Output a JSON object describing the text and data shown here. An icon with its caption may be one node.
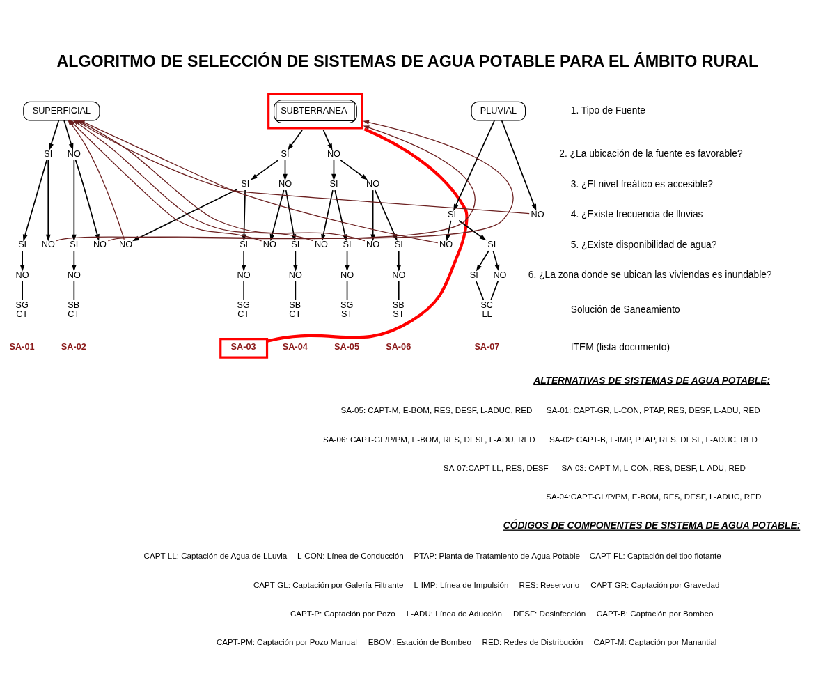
{
  "diagram": {
    "title": "ALGORITMO DE SELECCIÓN DE SISTEMAS DE AGUA POTABLE PARA EL ÁMBITO RURAL",
    "nodes": [
      {
        "text": [
          "SUPERFICIAL"
        ]
      },
      {
        "text": [
          "SUBTERRANEA"
        ]
      },
      {
        "text": [
          "PLUVIAL"
        ]
      },
      {
        "text": [
          "SI"
        ]
      },
      {
        "text": [
          "NO"
        ]
      },
      {
        "text": [
          "SI"
        ]
      },
      {
        "text": [
          "NO"
        ]
      },
      {
        "text": [
          "SI"
        ]
      },
      {
        "text": [
          "NO"
        ]
      },
      {
        "text": [
          "SI"
        ]
      },
      {
        "text": [
          "NO"
        ]
      },
      {
        "text": [
          "SI"
        ]
      },
      {
        "text": [
          "NO"
        ]
      },
      {
        "text": [
          "SI"
        ]
      },
      {
        "text": [
          "NO"
        ]
      },
      {
        "text": [
          "SI"
        ]
      },
      {
        "text": [
          "NO"
        ]
      },
      {
        "text": [
          "SI"
        ]
      },
      {
        "text": [
          "NO"
        ]
      },
      {
        "text": [
          "SI"
        ]
      },
      {
        "text": [
          "NO"
        ]
      },
      {
        "text": [
          "SI"
        ]
      },
      {
        "text": [
          "NO"
        ]
      },
      {
        "text": [
          "SI"
        ]
      },
      {
        "text": [
          "NO"
        ]
      },
      {
        "text": [
          "SI"
        ]
      },
      {
        "text": [
          "NO"
        ]
      },
      {
        "text": [
          "NO"
        ]
      },
      {
        "text": [
          "NO"
        ]
      },
      {
        "text": [
          "NO"
        ]
      },
      {
        "text": [
          "NO"
        ]
      },
      {
        "text": [
          "NO"
        ]
      },
      {
        "text": [
          "NO"
        ]
      },
      {
        "text": [
          "SI"
        ]
      },
      {
        "text": [
          "NO"
        ]
      },
      {
        "text": [
          "SG CT"
        ]
      },
      {
        "text": [
          "SB CT"
        ]
      },
      {
        "text": [
          "SG CT"
        ]
      },
      {
        "text": [
          "SB CT"
        ]
      },
      {
        "text": [
          "SG ST"
        ]
      },
      {
        "text": [
          "SB ST"
        ]
      },
      {
        "text": [
          "SC LL"
        ]
      },
      {
        "text": [
          "SA-03"
        ]
      }
    ],
    "edges": [
      {
        "from": 0,
        "to": 3,
        "arrow": "to"
      },
      {
        "from": 0,
        "to": 4,
        "arrow": "to"
      },
      {
        "from": 1,
        "to": 5,
        "arrow": "to"
      },
      {
        "from": 1,
        "to": 6,
        "arrow": "to"
      },
      {
        "from": 5,
        "to": 7,
        "arrow": "to"
      },
      {
        "from": 5,
        "to": 8,
        "arrow": "to"
      },
      {
        "from": 6,
        "to": 9,
        "arrow": "to"
      },
      {
        "from": 6,
        "to": 10,
        "arrow": "to"
      },
      {
        "from": 2,
        "to": 11,
        "arrow": "to"
      },
      {
        "from": 2,
        "to": 12,
        "arrow": "to"
      },
      {
        "from": 3,
        "to": 13,
        "arrow": "to"
      },
      {
        "from": 3,
        "to": 14,
        "arrow": "to"
      },
      {
        "from": 4,
        "to": 15,
        "arrow": "to"
      },
      {
        "from": 4,
        "to": 16,
        "arrow": "to"
      },
      {
        "from": 7,
        "to": 17,
        "arrow": "to"
      },
      {
        "from": 7,
        "to": 18,
        "arrow": "to"
      },
      {
        "from": 8,
        "to": 19,
        "arrow": "to"
      },
      {
        "from": 8,
        "to": 20,
        "arrow": "to"
      },
      {
        "from": 9,
        "to": 21,
        "arrow": "to"
      },
      {
        "from": 9,
        "to": 22,
        "arrow": "to"
      },
      {
        "from": 10,
        "to": 23,
        "arrow": "to"
      },
      {
        "from": 10,
        "to": 24,
        "arrow": "to"
      },
      {
        "from": 11,
        "to": 25,
        "arrow": "to"
      },
      {
        "from": 11,
        "to": 26,
        "arrow": "to"
      },
      {
        "from": 13,
        "to": 27,
        "arrow": "to"
      },
      {
        "from": 15,
        "to": 28,
        "arrow": "to"
      },
      {
        "from": 17,
        "to": 29,
        "arrow": "to"
      },
      {
        "from": 19,
        "to": 30,
        "arrow": "to"
      },
      {
        "from": 21,
        "to": 31,
        "arrow": "to"
      },
      {
        "from": 23,
        "to": 32,
        "arrow": "to"
      },
      {
        "from": 25,
        "to": 33,
        "arrow": "to"
      },
      {
        "from": 25,
        "to": 34,
        "arrow": "to"
      },
      {
        "from": 27,
        "to": 35,
        "arrow": "none"
      },
      {
        "from": 28,
        "to": 36,
        "arrow": "none"
      },
      {
        "from": 29,
        "to": 37,
        "arrow": "none"
      },
      {
        "from": 30,
        "to": 38,
        "arrow": "none"
      },
      {
        "from": 31,
        "to": 39,
        "arrow": "none"
      },
      {
        "from": 32,
        "to": 40,
        "arrow": "none"
      },
      {
        "from": 33,
        "to": 41,
        "arrow": "none"
      },
      {
        "from": 34,
        "to": 41,
        "arrow": "none"
      },
      {
        "from": 14,
        "to": 1,
        "arrow": "to",
        "color": "#6b1f1f"
      },
      {
        "from": 16,
        "to": 1,
        "arrow": "to",
        "color": "#6b1f1f"
      },
      {
        "from": 12,
        "to": 0,
        "arrow": "to",
        "color": "#6b1f1f"
      },
      {
        "from": 26,
        "to": 0,
        "arrow": "to",
        "color": "#6b1f1f"
      },
      {
        "from": 24,
        "to": 0,
        "arrow": "to",
        "color": "#6b1f1f"
      },
      {
        "from": 22,
        "to": 0,
        "arrow": "to",
        "color": "#6b1f1f"
      },
      {
        "from": 20,
        "to": 0,
        "arrow": "to",
        "color": "#6b1f1f"
      },
      {
        "from": 18,
        "to": 0,
        "arrow": "to",
        "color": "#6b1f1f"
      },
      {
        "from": 1,
        "to": 42,
        "arrow": "none",
        "style": "thick",
        "color": "#ff0000"
      }
    ],
    "labels": [
      "1. Tipo de Fuente",
      "2. ¿La ubicación de la fuente es favorable?",
      "3. ¿El nivel freático es accesible?",
      "4. ¿Existe frecuencia de lluvias",
      "5. ¿Existe disponibilidad de agua?",
      "6. ¿La zona donde se ubican las viviendas es inundable?",
      "Solución de Saneamiento",
      "ITEM (lista documento)",
      "SA-01",
      "SA-02",
      "SA-04",
      "SA-05",
      "SA-06",
      "SA-07",
      "ALTERNATIVAS DE SISTEMAS DE AGUA POTABLE:",
      "SA-01: CAPT-GR, L-CON, PTAP, RES, DESF, L-ADU, RED",
      "SA-05: CAPT-M, E-BOM, RES, DESF, L-ADUC, RED",
      "SA-02: CAPT-B, L-IMP, PTAP, RES, DESF, L-ADUC, RED",
      "SA-06: CAPT-GF/P/PM, E-BOM, RES, DESF, L-ADU, RED",
      "SA-03: CAPT-M, L-CON, RES, DESF, L-ADU, RED",
      "SA-07:CAPT-LL, RES, DESF",
      "SA-04:CAPT-GL/P/PM, E-BOM, RES, DESF, L-ADUC, RED",
      "CÓDIGOS DE COMPONENTES DE SISTEMA DE AGUA POTABLE:",
      "CAPT-FL: Captación del tipo flotante",
      "CAPT-LL: Captación de Agua de LLuvia",
      "L-CON: Línea de Conducción",
      "PTAP: Planta de Tratamiento de Agua Potable",
      "CAPT-GR: Captación por Gravedad",
      "CAPT-GL: Captación por Galería Filtrante",
      "L-IMP: Línea de Impulsión",
      "RES: Reservorio",
      "CAPT-B: Captación por Bombeo",
      "CAPT-P: Captación por Pozo",
      "L-ADU: Línea de Aducción",
      "DESF: Desinfección",
      "CAPT-M: Captación por Manantial",
      "CAPT-PM: Captación por Pozo Manual",
      "EBOM: Estación de Bombeo",
      "RED: Redes de Distribución"
    ]
  }
}
